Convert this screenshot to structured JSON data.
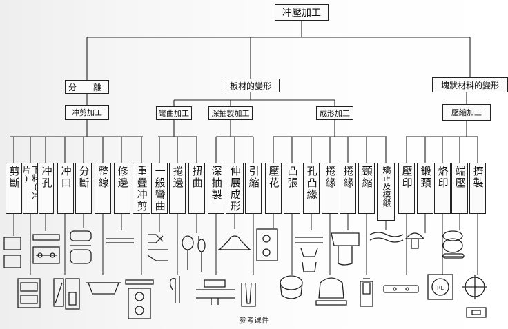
{
  "root": "冲壓加工",
  "categories": [
    {
      "label": "分　離",
      "sub": "冲剪加工"
    },
    {
      "label": "板材的變形",
      "subs": [
        "彎曲加工",
        "深抽製加工",
        "成形加工"
      ]
    },
    {
      "label": "塊狀材料的變形",
      "sub": "壓縮加工"
    }
  ],
  "leaves": [
    "剪斷",
    "下料(冲片)",
    "冲孔",
    "冲口",
    "分斷",
    "整線",
    "修邊",
    "重疊冲剪",
    "一般彎曲",
    "捲邊",
    "扭曲",
    "深抽製",
    "伸展成形",
    "引縮",
    "壓花",
    "凸張",
    "孔凸緣",
    "捲緣",
    "捲緣",
    "頸縮",
    "矯正及模鍛",
    "壓印",
    "鍛頸",
    "烙印",
    "端壓",
    "擠製"
  ],
  "stamp_text": "RL",
  "footer": "参考课件"
}
